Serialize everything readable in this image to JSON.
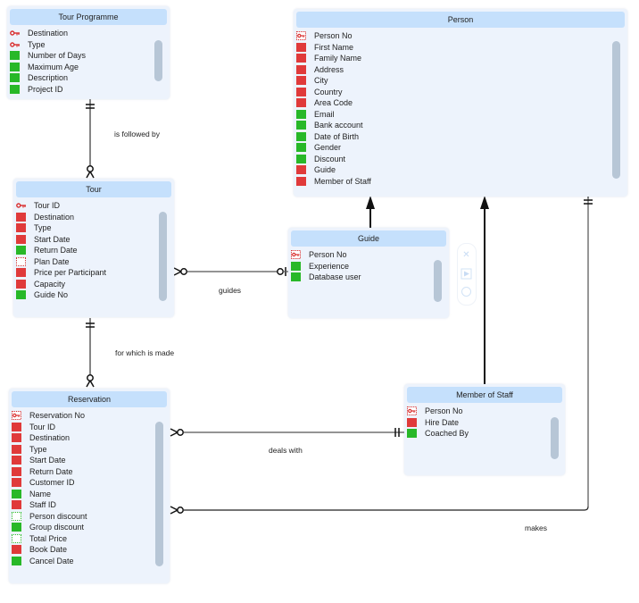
{
  "diagram": {
    "type": "ER diagram",
    "colors": {
      "entity_bg": "#edf3fc",
      "header_bg": "#c5e0fc",
      "required": "#e03a3a",
      "optional": "#28b828",
      "scrollbar": "#b7c6d6"
    },
    "legend_icons": {
      "pk-key": "primary key (key glyph)",
      "pk-fk": "primary + foreign key (dotted key box)",
      "req": "mandatory attribute (red square)",
      "opt": "optional attribute (green square)",
      "req-dashed": "mandatory derived/dotted (red dotted box)",
      "opt-dashed": "optional derived/dotted (green dotted box)"
    }
  },
  "entities": {
    "tour_programme": {
      "title": "Tour Programme",
      "attributes": [
        {
          "name": "Destination",
          "icon": "pk-key"
        },
        {
          "name": "Type",
          "icon": "pk-key"
        },
        {
          "name": "Number of Days",
          "icon": "opt"
        },
        {
          "name": "Maximum Age",
          "icon": "opt"
        },
        {
          "name": "Description",
          "icon": "opt"
        },
        {
          "name": "Project ID",
          "icon": "opt"
        }
      ]
    },
    "person": {
      "title": "Person",
      "attributes": [
        {
          "name": "Person No",
          "icon": "pk-fk"
        },
        {
          "name": "First Name",
          "icon": "req"
        },
        {
          "name": "Family Name",
          "icon": "req"
        },
        {
          "name": "Address",
          "icon": "req"
        },
        {
          "name": "City",
          "icon": "req"
        },
        {
          "name": "Country",
          "icon": "req"
        },
        {
          "name": "Area Code",
          "icon": "req"
        },
        {
          "name": "Email",
          "icon": "opt"
        },
        {
          "name": "Bank account",
          "icon": "opt"
        },
        {
          "name": "Date of Birth",
          "icon": "opt"
        },
        {
          "name": "Gender",
          "icon": "opt"
        },
        {
          "name": "Discount",
          "icon": "opt"
        },
        {
          "name": "Guide",
          "icon": "req"
        },
        {
          "name": "Member of Staff",
          "icon": "req"
        }
      ]
    },
    "tour": {
      "title": "Tour",
      "attributes": [
        {
          "name": "Tour ID",
          "icon": "pk-key"
        },
        {
          "name": "Destination",
          "icon": "req"
        },
        {
          "name": "Type",
          "icon": "req"
        },
        {
          "name": "Start Date",
          "icon": "req"
        },
        {
          "name": "Return Date",
          "icon": "opt"
        },
        {
          "name": "Plan Date",
          "icon": "req-dashed"
        },
        {
          "name": "Price per Participant",
          "icon": "req"
        },
        {
          "name": "Capacity",
          "icon": "req"
        },
        {
          "name": "Guide No",
          "icon": "opt"
        }
      ]
    },
    "guide": {
      "title": "Guide",
      "attributes": [
        {
          "name": "Person No",
          "icon": "pk-fk"
        },
        {
          "name": "Experience",
          "icon": "opt"
        },
        {
          "name": "Database user",
          "icon": "opt"
        }
      ]
    },
    "reservation": {
      "title": "Reservation",
      "attributes": [
        {
          "name": "Reservation No",
          "icon": "pk-fk"
        },
        {
          "name": "Tour ID",
          "icon": "req"
        },
        {
          "name": "Destination",
          "icon": "req"
        },
        {
          "name": "Type",
          "icon": "req"
        },
        {
          "name": "Start Date",
          "icon": "req"
        },
        {
          "name": "Return Date",
          "icon": "req"
        },
        {
          "name": "Customer ID",
          "icon": "req"
        },
        {
          "name": "Name",
          "icon": "opt"
        },
        {
          "name": "Staff ID",
          "icon": "req"
        },
        {
          "name": "Person discount",
          "icon": "opt-dashed"
        },
        {
          "name": "Group discount",
          "icon": "opt"
        },
        {
          "name": "Total Price",
          "icon": "opt-dashed"
        },
        {
          "name": "Book Date",
          "icon": "req"
        },
        {
          "name": "Cancel Date",
          "icon": "opt"
        }
      ]
    },
    "member_of_staff": {
      "title": "Member of Staff",
      "attributes": [
        {
          "name": "Person No",
          "icon": "pk-fk"
        },
        {
          "name": "Hire Date",
          "icon": "req"
        },
        {
          "name": "Coached By",
          "icon": "opt"
        }
      ]
    }
  },
  "relationships": [
    {
      "label": "is followed by",
      "from": "Tour Programme",
      "to": "Tour",
      "from_card": "one-and-only-one",
      "to_card": "zero-or-many"
    },
    {
      "label": "guides",
      "from": "Guide",
      "to": "Tour",
      "from_card": "zero-or-one",
      "to_card": "zero-or-many"
    },
    {
      "label": "for which is made",
      "from": "Tour",
      "to": "Reservation",
      "from_card": "one-and-only-one",
      "to_card": "zero-or-many"
    },
    {
      "label": "deals with",
      "from": "Member of Staff",
      "to": "Reservation",
      "from_card": "one-and-only-one",
      "to_card": "zero-or-many"
    },
    {
      "label": "makes",
      "from": "Person",
      "to": "Reservation",
      "from_card": "one-and-only-one",
      "to_card": "zero-or-many"
    },
    {
      "label": "",
      "from": "Guide",
      "to": "Person",
      "type": "inheritance"
    },
    {
      "label": "",
      "from": "Member of Staff",
      "to": "Person",
      "type": "inheritance"
    }
  ],
  "toolbox": {
    "items": [
      "close-icon",
      "play-icon",
      "circle-icon"
    ]
  }
}
